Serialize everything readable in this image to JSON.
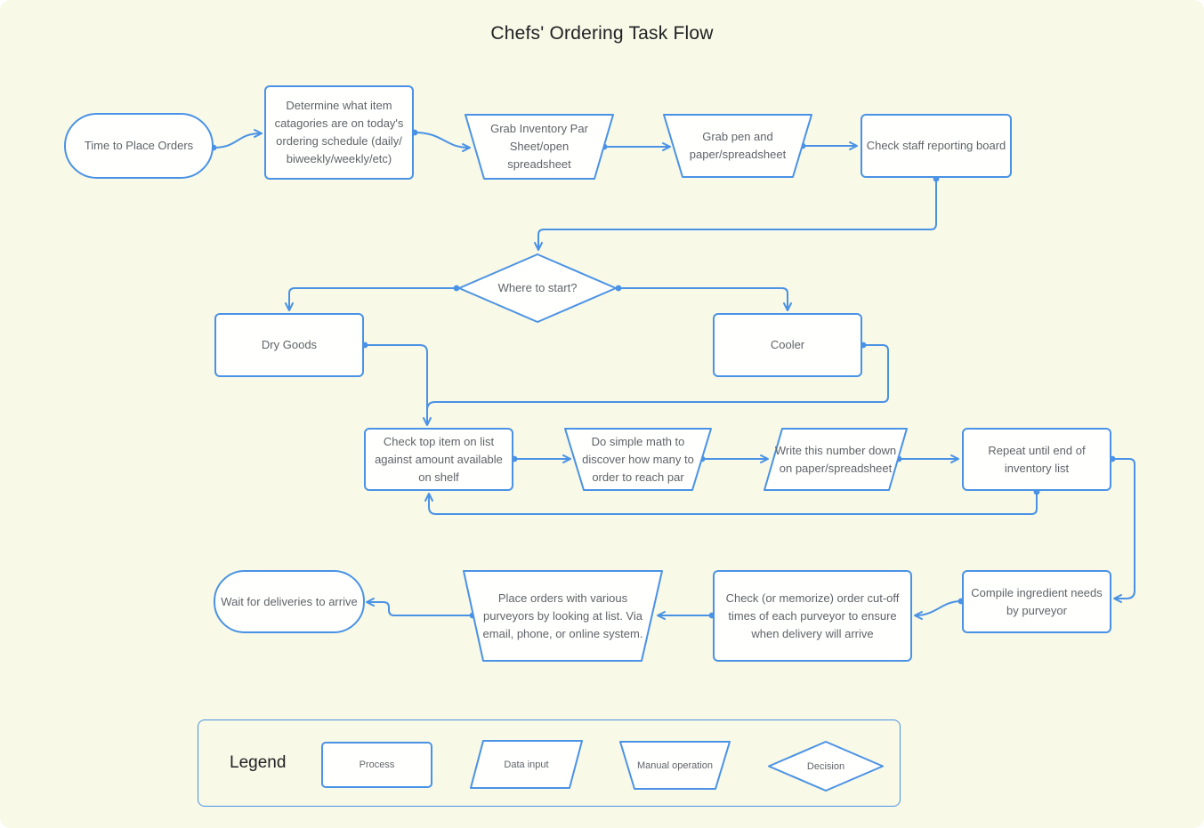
{
  "title": "Chefs' Ordering Task Flow",
  "colors": {
    "background": "#f8f9e6",
    "accent": "#4a92e5",
    "node_fill": "#fffffe",
    "node_text": "#5f6368",
    "title_text": "#202124"
  },
  "nodes": {
    "start": {
      "label": "Time to Place Orders",
      "type": "terminator"
    },
    "determine": {
      "label": "Determine what item catagories are on today's ordering schedule (daily/​biweekly/​weekly/​etc)",
      "type": "process"
    },
    "grab_sheet": {
      "label": "Grab Inventory Par Sheet/open spreadsheet",
      "type": "manual-operation"
    },
    "grab_pen": {
      "label": "Grab pen and paper/spreadsheet",
      "type": "manual-operation"
    },
    "check_board": {
      "label": "Check staff reporting board",
      "type": "process"
    },
    "where": {
      "label": "Where to start?",
      "type": "decision"
    },
    "dry_goods": {
      "label": "Dry Goods",
      "type": "process"
    },
    "cooler": {
      "label": "Cooler",
      "type": "process"
    },
    "check_top": {
      "label": "Check top item on list against amount available on shelf",
      "type": "process"
    },
    "math": {
      "label": "Do simple math to discover how many to order to reach par",
      "type": "manual-operation"
    },
    "write": {
      "label": "Write this number down on paper/spreadsheet",
      "type": "data-input"
    },
    "repeat": {
      "label": "Repeat until end of inventory list",
      "type": "process"
    },
    "compile": {
      "label": "Compile ingredient needs by purveyor",
      "type": "process"
    },
    "cutoff": {
      "label": "Check (or memorize) order cut-off times of each purveyor to ensure when delivery will arrive",
      "type": "process"
    },
    "place": {
      "label": "Place orders with various purveyors by looking at list. Via email, phone, or online system.",
      "type": "manual-operation"
    },
    "wait": {
      "label": "Wait for deliveries to arrive",
      "type": "terminator"
    }
  },
  "legend": {
    "title": "Legend",
    "items": [
      {
        "label": "Process",
        "shape": "process"
      },
      {
        "label": "Data input",
        "shape": "data-input"
      },
      {
        "label": "Manual operation",
        "shape": "manual-operation"
      },
      {
        "label": "Decision",
        "shape": "decision"
      }
    ]
  }
}
